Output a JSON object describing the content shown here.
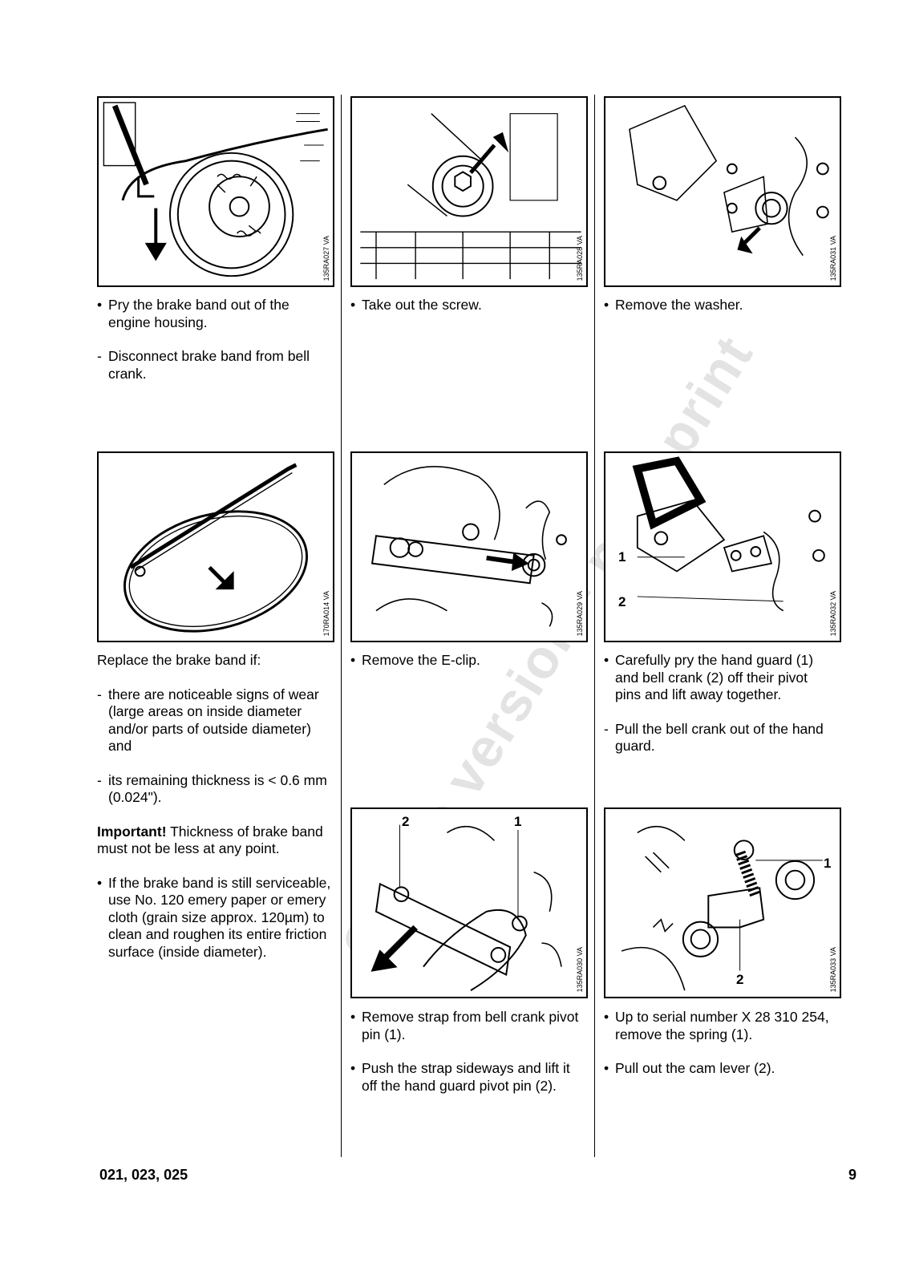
{
  "watermark": "Online version - no reprint",
  "figures": {
    "f1": {
      "code": "135RA027 VA"
    },
    "f2": {
      "code": "135RA028 VA"
    },
    "f3": {
      "code": "135RA031 VA"
    },
    "f4": {
      "code": "170RA014 VA"
    },
    "f5": {
      "code": "135RA029 VA"
    },
    "f6": {
      "code": "135RA032 VA",
      "callout_1": "1",
      "callout_2": "2"
    },
    "f7": {
      "code": "135RA030 VA",
      "callout_1": "1",
      "callout_2": "2"
    },
    "f8": {
      "code": "135RA033 VA",
      "callout_1": "1",
      "callout_2": "2"
    }
  },
  "steps": {
    "s1": [
      "Pry the brake band out of the engine housing."
    ],
    "s1_dash": [
      "Disconnect brake band from bell crank."
    ],
    "s2": [
      "Take out the screw."
    ],
    "s3": [
      "Remove the washer."
    ],
    "s4_intro": "Replace the brake band if:",
    "s4_dash": [
      "there are noticeable signs of wear (large areas on inside diameter and/or parts of outside diameter) and",
      "its remaining thickness is < 0.6 mm (0.024\")."
    ],
    "s4_important_label": "Important!",
    "s4_important_text": " Thickness of brake band must not be less at any point.",
    "s4_bullet": [
      "If the brake band is still serviceable, use No. 120 emery paper or emery cloth (grain size approx. 120µm) to clean and roughen its entire friction surface (inside diameter)."
    ],
    "s5": [
      "Remove the E-clip."
    ],
    "s6": [
      "Carefully pry the hand guard (1) and bell crank (2) off their pivot pins and lift away together."
    ],
    "s6_dash": [
      "Pull the bell crank out of the hand guard."
    ],
    "s7": [
      "Remove strap from bell crank pivot pin (1).",
      "Push the strap sideways and lift it off the hand guard pivot pin (2)."
    ],
    "s8": [
      "Up to serial number X 28 310 254, remove the spring (1).",
      "Pull out the cam lever (2)."
    ]
  },
  "footer": {
    "models": "021, 023, 025",
    "page": "9"
  }
}
